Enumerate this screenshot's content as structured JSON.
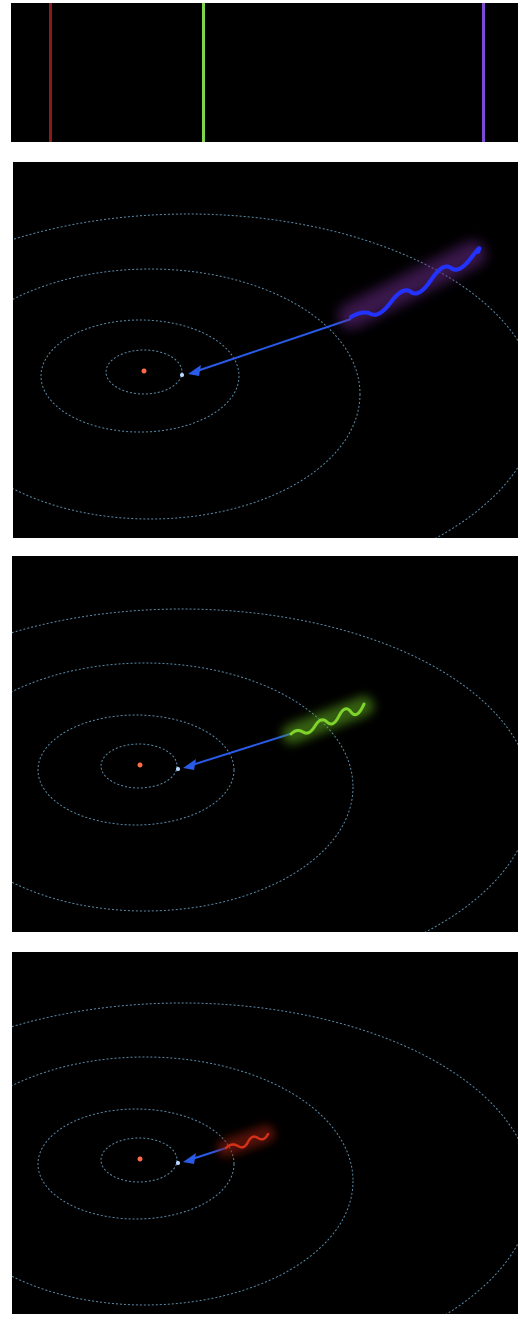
{
  "spectrum": {
    "lines": [
      {
        "color": "#8b1a1a",
        "label": "red-emission-line"
      },
      {
        "color": "#7ed44a",
        "label": "green-emission-line"
      },
      {
        "color": "#7c4ad4",
        "label": "violet-emission-line"
      }
    ]
  },
  "atom_panels": [
    {
      "photon_color": "#2233ff",
      "glow_color": "#6a2a8a",
      "orbit_color": "#5a8aa8",
      "nucleus_color": "#ff6a4a",
      "arrow_color": "#2a5ae8"
    },
    {
      "photon_color": "#7ed42a",
      "glow_color": "#5aa01a",
      "orbit_color": "#5a8aa8",
      "nucleus_color": "#ff6a4a",
      "arrow_color": "#2a5ae8"
    },
    {
      "photon_color": "#d4301a",
      "glow_color": "#8a1a10",
      "orbit_color": "#5a8aa8",
      "nucleus_color": "#ff6a4a",
      "arrow_color": "#2a5ae8"
    }
  ]
}
